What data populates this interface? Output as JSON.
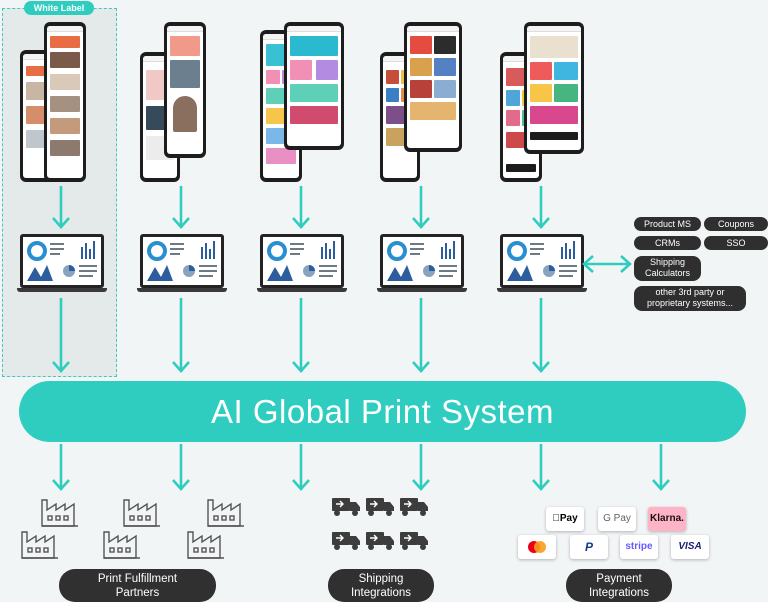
{
  "white_label": "White Label",
  "system_label": "AI Global Print System",
  "integrations": {
    "product_ms": "Product MS",
    "coupons": "Coupons",
    "crms": "CRMs",
    "sso": "SSO",
    "shipping_calc": "Shipping Calculators",
    "other": "other 3rd party or proprietary systems..."
  },
  "categories": {
    "fulfillment": "Print Fulfillment Partners",
    "shipping": "Shipping Integrations",
    "payment": "Payment Integrations"
  },
  "payment_methods": {
    "apple_pay": "Pay",
    "google_pay": "G Pay",
    "klarna": "Klarna.",
    "paypal": "P",
    "stripe": "stripe",
    "visa": "VISA"
  },
  "colors": {
    "accent": "#2fcdc0",
    "dark": "#2f2f2f",
    "background": "#f2f5f6"
  },
  "icons": [
    "phone-mockup-icon",
    "laptop-dashboard-icon",
    "factory-icon",
    "delivery-truck-icon",
    "mastercard-icon",
    "paypal-icon"
  ]
}
